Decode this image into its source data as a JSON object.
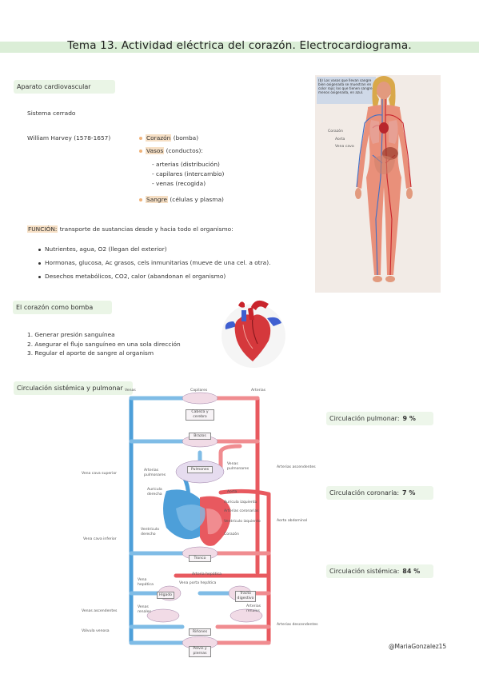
{
  "title": "Tema 13. Actividad eléctrica del corazón. Electrocardiograma.",
  "sections": {
    "cardio": {
      "heading": "Aparato cardiovascular",
      "sistema": "Sistema cerrado",
      "harvey": "William Harvey (1578-1657)",
      "components": [
        {
          "hl": "Corazón",
          "rest": " (bomba)"
        },
        {
          "hl": "Vasos",
          "rest": " (conductos):"
        },
        {
          "hl": "Sangre",
          "rest": " (células y plasma)"
        }
      ],
      "vasos": [
        "- arterias (distribución)",
        "- capilares (intercambio)",
        "- venas (recogida)"
      ],
      "funcion_hl": "FUNCIÓN:",
      "funcion_rest": " transporte de sustancias desde y hacia todo el organismo:",
      "bullets": [
        "Nutrientes, agua, O2 (llegan del exterior)",
        "Hormonas, glucosa, Ac grasos, cels inmunitarias (mueve de una cel. a otra).",
        "Desechos metabólicos, CO2, calor (abandonan el organismo)"
      ]
    },
    "bomba": {
      "heading": "El corazón como bomba",
      "items": [
        "1. Generar presión sanguínea",
        "2. Asegurar el flujo sanguíneo en una sola dirección",
        "3. Regular el aporte de sangre al organism"
      ]
    },
    "circ": {
      "heading": "Circulación sistémica y pulmonar",
      "stats": [
        {
          "label": "Circulación pulmonar:",
          "value": "9 %"
        },
        {
          "label": "Circulación coronaria:",
          "value": "7 %"
        },
        {
          "label": "Circulación sistémica:",
          "value": "84 %"
        }
      ]
    }
  },
  "body_figure": {
    "caption": "(b) Los vasos que llevan sangre bien oxigenada se muestran en color rojo; los que tienen sangre menos oxigenada, en azul.",
    "labels": {
      "corazon": "Corazón",
      "aorta": "Aorta",
      "vena_cava": "Vena cava"
    }
  },
  "diagram": {
    "top": {
      "venas": "Venas",
      "capilares": "Capilares",
      "arterias": "Arterias"
    },
    "boxes": {
      "cabeza": "Cabeza y cerebro",
      "brazos": "Brazos",
      "pulmones": "Pulmones",
      "tronco": "Tronco",
      "higado": "Hígado",
      "tracto": "Tracto digestivo",
      "rinones": "Riñones",
      "pelvis": "Pelvis y piernas"
    },
    "labels": {
      "vena_cava_sup": "Vena cava superior",
      "arterias_pulm": "Arterias pulmonares",
      "venas_pulm": "Venas pulmonares",
      "arterias_asc": "Arterias ascendentes",
      "auricula_der": "Aurícula derecha",
      "aorta": "Aorta",
      "auricula_izq": "Aurícula izquierda",
      "arterias_cor": "Arterias coronarias",
      "ventriculo_izq": "Ventrículo izquierdo",
      "aorta_abd": "Aorta abdominal",
      "ventriculo_der": "Ventrículo derecho",
      "corazon": "Corazón",
      "vena_cava_inf": "Vena cava inferior",
      "arteria_hep": "Arteria hepática",
      "vena_hep": "Vena hepática",
      "vena_porta": "Vena porta hepática",
      "arterias_ren": "Arterias renales",
      "venas_asc": "Venas ascendentes",
      "venas_ren": "Venas renales",
      "arterias_desc": "Arterias descendentes",
      "valvula": "Válvula venosa"
    }
  },
  "watermark": "@MariaGonzalez15",
  "colors": {
    "title_bar": "#dbeed7",
    "section_bg": "#eaf5e6",
    "highlight": "#f6dfc4",
    "artery": "#e8595f",
    "vein": "#4d9fd9"
  }
}
